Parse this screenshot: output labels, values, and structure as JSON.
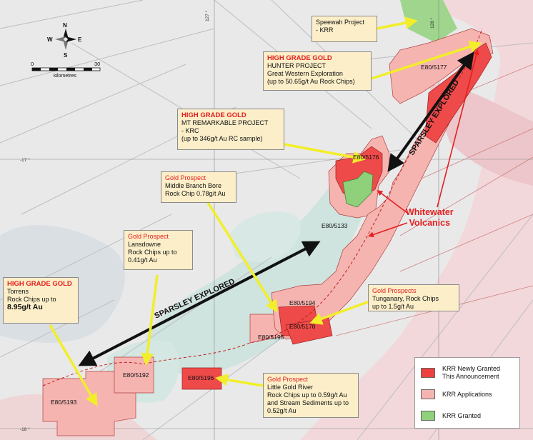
{
  "scale_bar": {
    "start": "0",
    "end": "30",
    "unit": "kilometres"
  },
  "compass": {
    "n": "N",
    "s": "S",
    "e": "E",
    "w": "W"
  },
  "graticule": {
    "top_a": "127 °",
    "top_b": "128 °",
    "left_a": "-17 °",
    "left_b": "-18 °"
  },
  "tenements": {
    "e5177": "E80/5177",
    "e5176": "E80/5176",
    "e5133": "E80/5133",
    "e5194": "E80/5194",
    "e5178": "E80/5178",
    "e5195": "E80/5195",
    "e5196": "E80/5196",
    "e5192": "E80/5192",
    "e5193": "E80/5193"
  },
  "callouts": {
    "speewah": {
      "line1": "Speewah Project",
      "line2": "- KRR"
    },
    "hunter": {
      "hl": "HIGH GRADE GOLD",
      "line1": "HUNTER PROJECT",
      "line2": "Great Western Exploration",
      "line3": "(up to 50.65g/t Au Rock Chips)"
    },
    "remarkable": {
      "hl": "HIGH GRADE GOLD",
      "line1": "MT REMARKABLE PROJECT",
      "line2": "- KRC",
      "line3": "(up to 346g/t Au RC sample)"
    },
    "middle_branch": {
      "hl": "Gold Prospect",
      "line1": "Middle Branch Bore",
      "line2": "Rock Chip 0.78g/t Au"
    },
    "lansdowne": {
      "hl": "Gold Prospect",
      "line1": "Lansdowne",
      "line2": "Rock Chips up to",
      "line3": "0.41g/t Au"
    },
    "torrens": {
      "hl": "HIGH GRADE GOLD",
      "line1": "Torrens",
      "line2": "Rock Chips up to",
      "line3": "8.95g/t Au"
    },
    "tunganary": {
      "hl": "Gold Prospects",
      "line1": "Tunganary, Rock Chips",
      "line2": "up to 1.5g/t Au"
    },
    "little_gold": {
      "hl": "Gold Prospect",
      "line1": "Little Gold River",
      "line2": "Rock Chips up to 0.59g/t Au",
      "line3": "and Stream Sediments up to",
      "line4": "0.52g/t Au"
    }
  },
  "annotations": {
    "sparsley_1": "SPARSLEY EXPLORED",
    "sparsley_2": "SPARSLEY EXPLORED",
    "whitewater_1": "Whitewater",
    "whitewater_2": "Volcanics"
  },
  "legend": {
    "items": [
      {
        "line1": "KRR Newly Granted",
        "line2": "This Announcement",
        "color": "#ef4040"
      },
      {
        "line1": "KRR Applications",
        "line2": "",
        "color": "#f5b4b0"
      },
      {
        "line1": "KRR Granted",
        "line2": "",
        "color": "#8fd07a"
      }
    ]
  },
  "colors": {
    "newly_granted": "#ef4040",
    "application": "#f5b4b0",
    "granted": "#8fd07a",
    "callout_bg": "#fbeec8",
    "highlight": "#e41f1f"
  }
}
